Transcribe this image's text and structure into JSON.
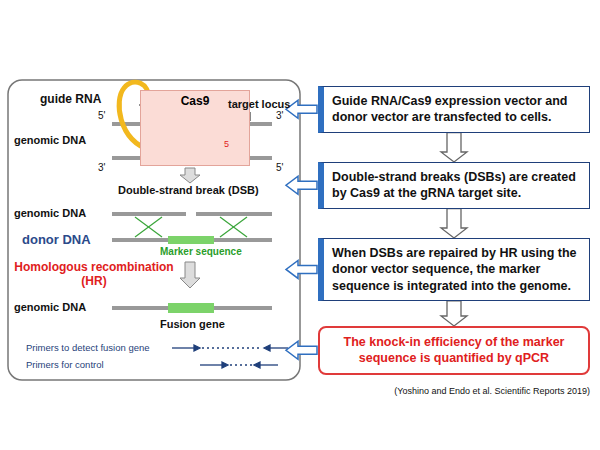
{
  "diagram": {
    "nodes": [
      {
        "text": [
          "Guide RNA/Cas9 expression vector and donor vector are transfected to cells."
        ]
      },
      {
        "text": [
          "Double-strand breaks (DSBs) are created by Cas9 at the gRNA target site."
        ]
      },
      {
        "text": [
          "When DSBs are repaired by HR using the donor vector sequence, the marker sequence is integrated into the genome."
        ]
      },
      {
        "text": [
          "The knock-in efficiency of the marker sequence is quantified by qPCR"
        ]
      },
      {
        "text": [
          "Cas9"
        ]
      }
    ],
    "edges": [
      {
        "from": 0,
        "to": 1,
        "arrow": "to"
      },
      {
        "from": 1,
        "to": 2,
        "arrow": "to"
      },
      {
        "from": 2,
        "to": 3,
        "arrow": "to"
      }
    ],
    "labels": [
      "guide RNA",
      "target locus",
      "genomic DNA",
      "5'",
      "3'",
      "3'",
      "5'",
      "5",
      "Double-strand break (DSB)",
      "genomic DNA",
      "donor DNA",
      "Marker sequence",
      "Homologous recombination (HR)",
      "genomic DNA",
      "Fusion gene",
      "Primers to detect fusion gene",
      "Primers for control",
      "(Yoshino and Endo et al. Scientific Reports 2019)"
    ]
  }
}
